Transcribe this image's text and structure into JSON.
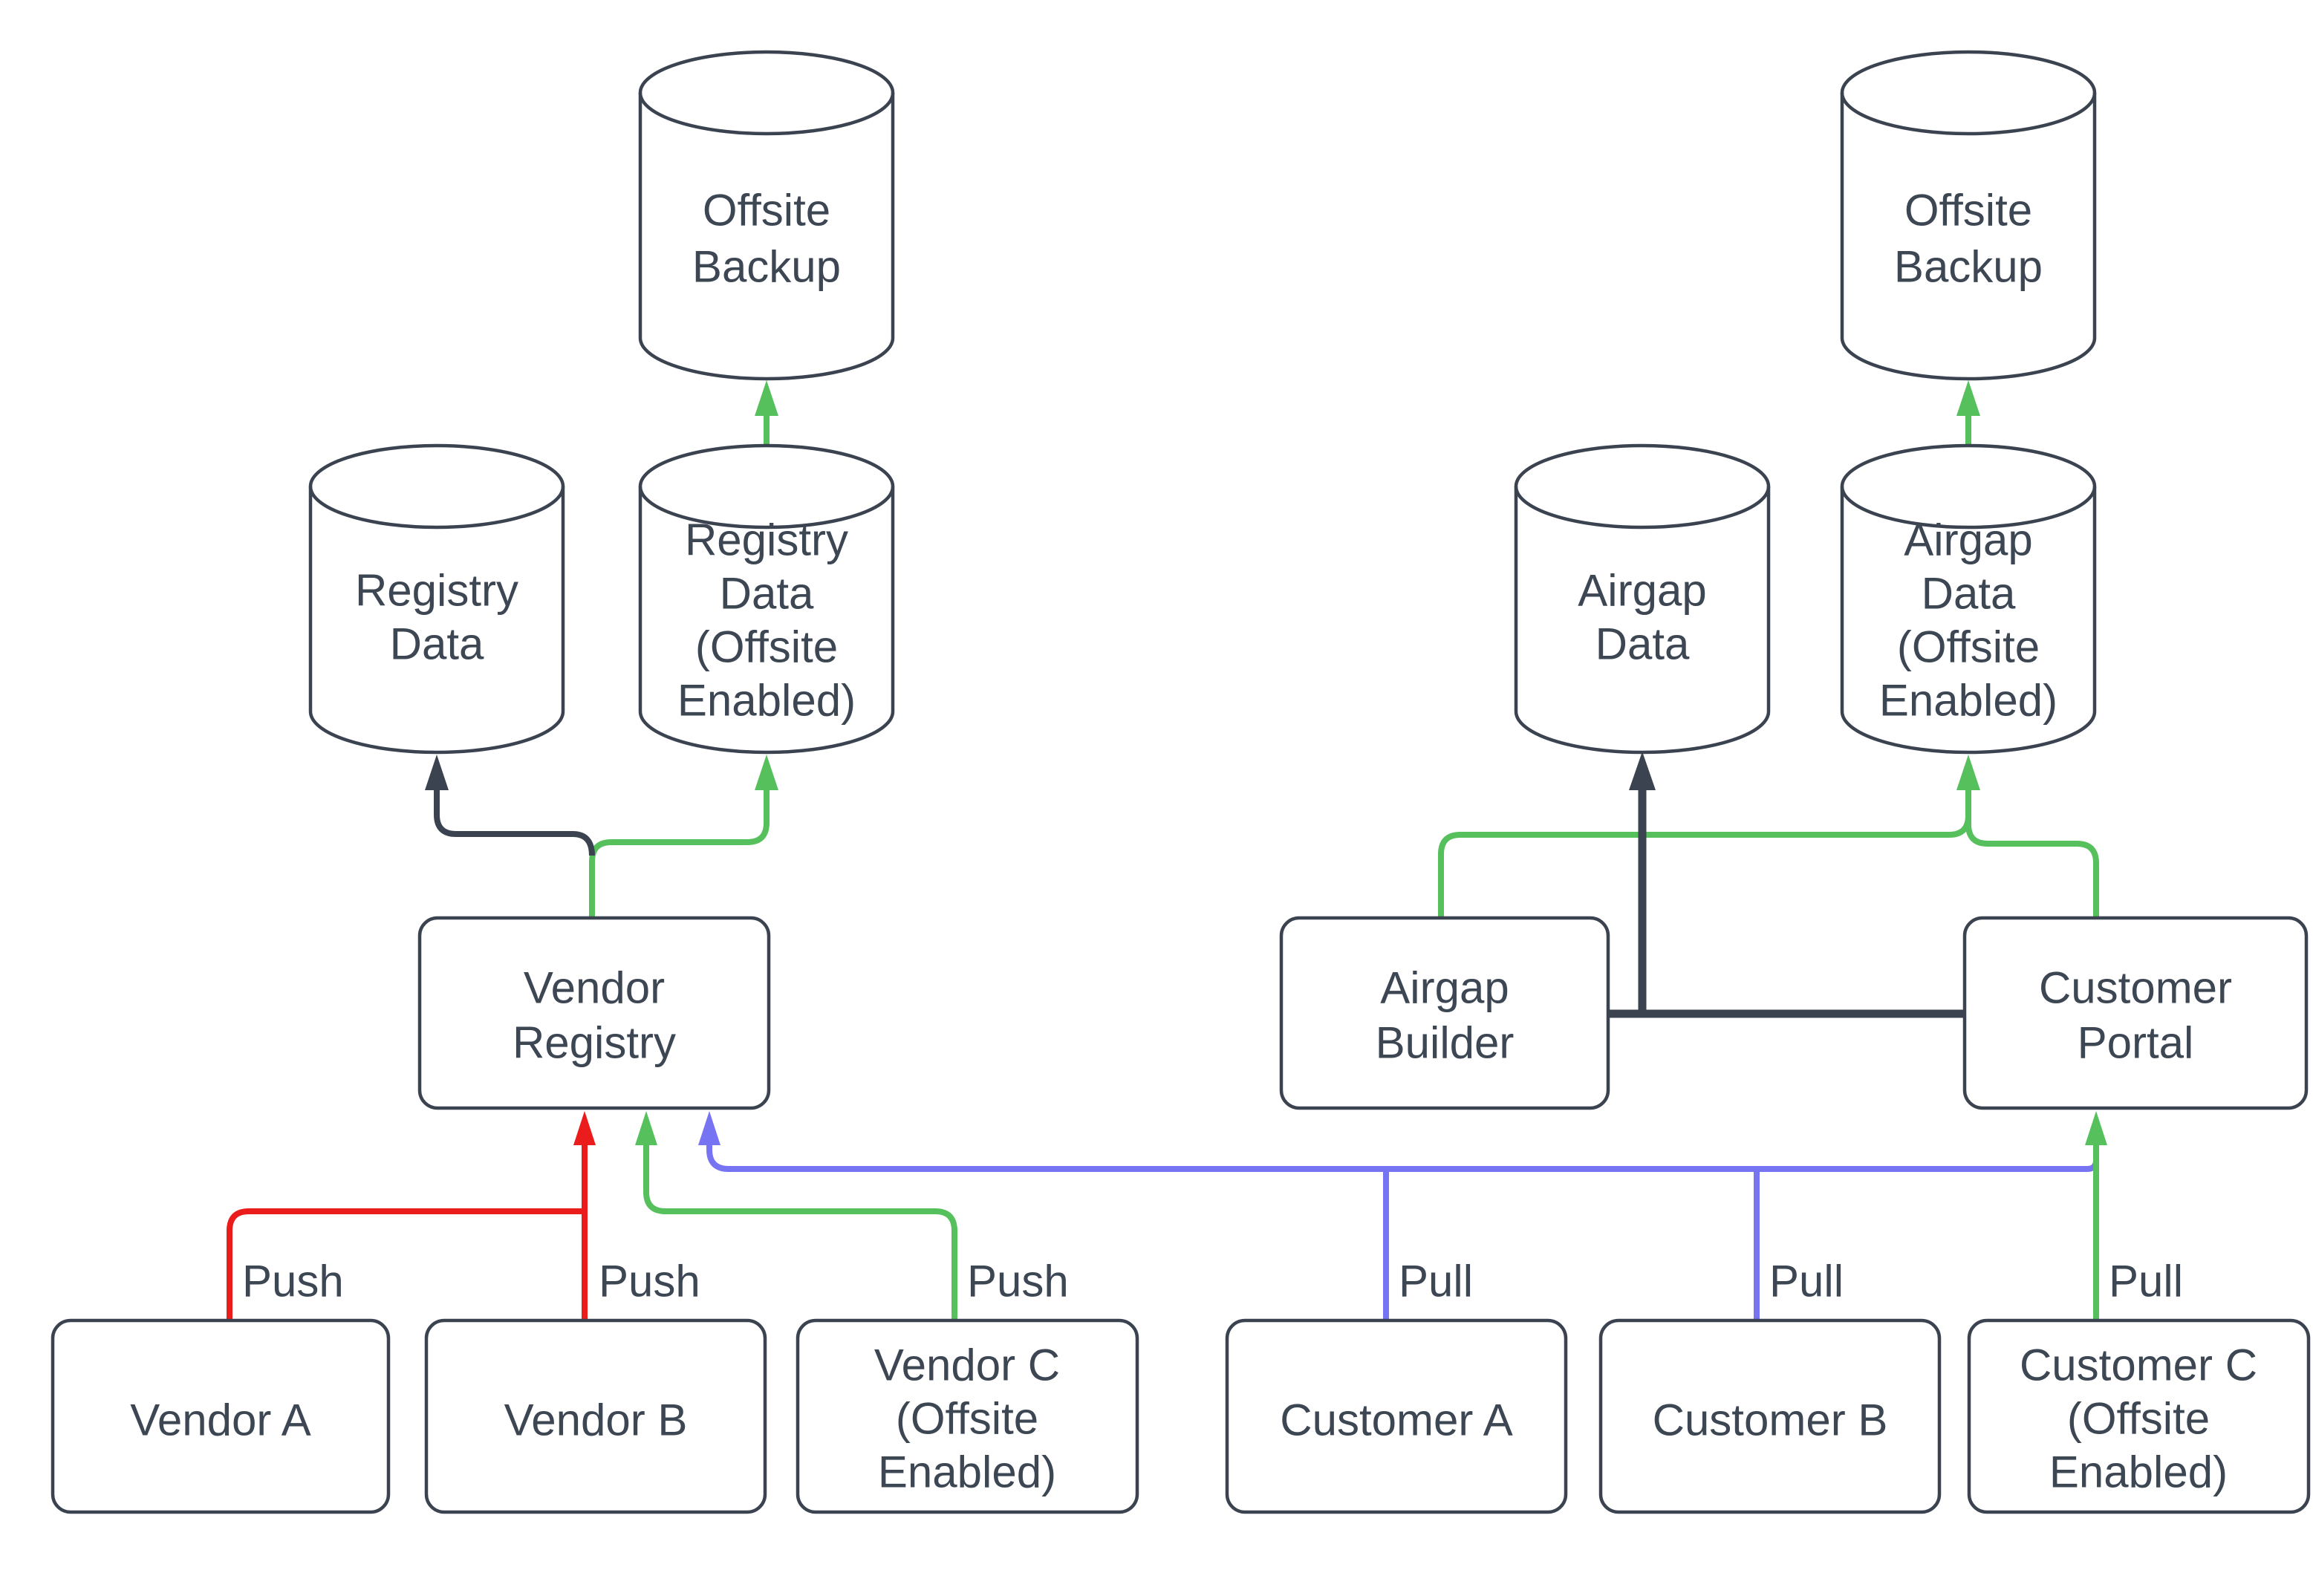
{
  "colors": {
    "background": "#ffffff",
    "dark": "#3b4351",
    "text": "#3d4653",
    "green": "#56c05c",
    "red": "#ea1c1c",
    "blue": "#7774f4"
  },
  "nodes": {
    "offsite_backup_left": {
      "type": "cylinder",
      "lines": [
        "Offsite",
        "Backup"
      ]
    },
    "offsite_backup_right": {
      "type": "cylinder",
      "lines": [
        "Offsite",
        "Backup"
      ]
    },
    "registry_data": {
      "type": "cylinder",
      "lines": [
        "Registry",
        "Data"
      ]
    },
    "registry_data_offsite": {
      "type": "cylinder",
      "lines": [
        "Registry",
        "Data",
        "(Offsite",
        "Enabled)"
      ]
    },
    "airgap_data": {
      "type": "cylinder",
      "lines": [
        "Airgap",
        "Data"
      ]
    },
    "airgap_data_offsite": {
      "type": "cylinder",
      "lines": [
        "Airgap",
        "Data",
        "(Offsite",
        "Enabled)"
      ]
    },
    "vendor_registry": {
      "type": "process",
      "lines": [
        "Vendor",
        "Registry"
      ]
    },
    "airgap_builder": {
      "type": "process",
      "lines": [
        "Airgap",
        "Builder"
      ]
    },
    "customer_portal": {
      "type": "process",
      "lines": [
        "Customer",
        "Portal"
      ]
    },
    "vendor_a": {
      "type": "actor",
      "lines": [
        "Vendor A"
      ]
    },
    "vendor_b": {
      "type": "actor",
      "lines": [
        "Vendor B"
      ]
    },
    "vendor_c": {
      "type": "actor",
      "lines": [
        "Vendor C",
        "(Offsite",
        "Enabled)"
      ]
    },
    "customer_a": {
      "type": "actor",
      "lines": [
        "Customer A"
      ]
    },
    "customer_b": {
      "type": "actor",
      "lines": [
        "Customer B"
      ]
    },
    "customer_c": {
      "type": "actor",
      "lines": [
        "Customer C",
        "(Offsite",
        "Enabled)"
      ]
    }
  },
  "edge_labels": {
    "push_vendor_a": "Push",
    "push_vendor_b": "Push",
    "push_vendor_c": "Push",
    "pull_customer_a": "Pull",
    "pull_customer_b": "Pull",
    "pull_customer_c": "Pull"
  }
}
